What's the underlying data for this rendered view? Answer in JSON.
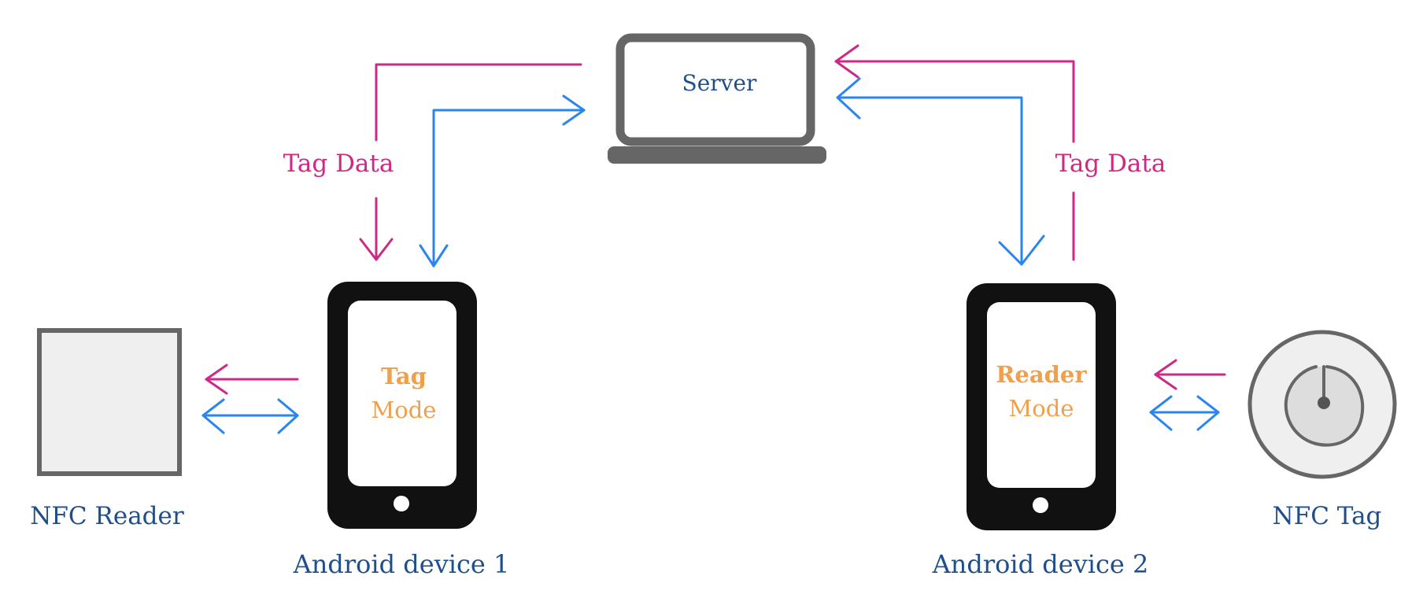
{
  "colors": {
    "pink": "#cc2a86",
    "blue": "#2a86ee",
    "label_blue": "#1f4e8c",
    "mode_orange": "#f0a04b",
    "laptop_gray": "#666666",
    "phone_black": "#111111",
    "reader_fill": "#efefef"
  },
  "server": {
    "label": "Server",
    "icon": "laptop-icon"
  },
  "tag_data_left": "Tag Data",
  "tag_data_right": "Tag Data",
  "device1": {
    "mode_bold": "Tag",
    "mode": "Mode",
    "caption": "Android device 1",
    "icon": "smartphone-icon"
  },
  "device2": {
    "mode_bold": "Reader",
    "mode": "Mode",
    "caption": "Android device 2",
    "icon": "smartphone-icon"
  },
  "nfc_reader": {
    "caption": "NFC Reader",
    "icon": "nfc-reader-icon"
  },
  "nfc_tag": {
    "caption": "NFC Tag",
    "icon": "nfc-tag-icon"
  }
}
